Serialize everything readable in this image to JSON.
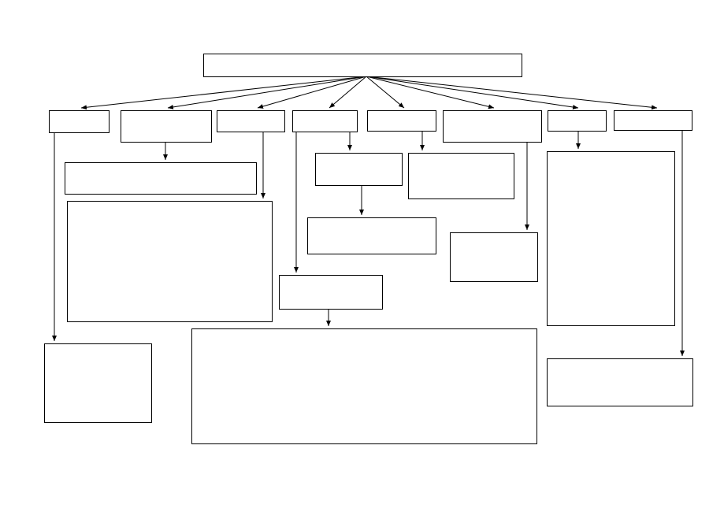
{
  "diagram": {
    "type": "flowchart",
    "colors": {
      "stroke": "#000000",
      "fill": "#ffffff",
      "background": "#ffffff"
    },
    "nodes": [
      {
        "id": "root",
        "label": ""
      },
      {
        "id": "c1",
        "label": ""
      },
      {
        "id": "c2",
        "label": ""
      },
      {
        "id": "c3",
        "label": ""
      },
      {
        "id": "c4",
        "label": ""
      },
      {
        "id": "c5",
        "label": ""
      },
      {
        "id": "c6",
        "label": ""
      },
      {
        "id": "c7",
        "label": ""
      },
      {
        "id": "c8",
        "label": ""
      },
      {
        "id": "c2a",
        "label": ""
      },
      {
        "id": "c3a",
        "label": ""
      },
      {
        "id": "c1a",
        "label": ""
      },
      {
        "id": "c4a",
        "label": ""
      },
      {
        "id": "c4b",
        "label": ""
      },
      {
        "id": "c5a",
        "label": ""
      },
      {
        "id": "c5b",
        "label": ""
      },
      {
        "id": "c6a",
        "label": ""
      },
      {
        "id": "c7a",
        "label": ""
      },
      {
        "id": "c8a",
        "label": ""
      },
      {
        "id": "c4c",
        "label": ""
      }
    ],
    "edges": [
      {
        "from": "root",
        "to": "c1"
      },
      {
        "from": "root",
        "to": "c2"
      },
      {
        "from": "root",
        "to": "c3"
      },
      {
        "from": "root",
        "to": "c4"
      },
      {
        "from": "root",
        "to": "c5"
      },
      {
        "from": "root",
        "to": "c6"
      },
      {
        "from": "root",
        "to": "c7"
      },
      {
        "from": "root",
        "to": "c8"
      },
      {
        "from": "c2",
        "to": "c2a"
      },
      {
        "from": "c3",
        "to": "c3a"
      },
      {
        "from": "c1",
        "to": "c1a"
      },
      {
        "from": "c4",
        "to": "c4a"
      },
      {
        "from": "c5",
        "to": "c5a"
      },
      {
        "from": "c5",
        "to": "c5b"
      },
      {
        "from": "c6",
        "to": "c6a"
      },
      {
        "from": "c7",
        "to": "c7a"
      },
      {
        "from": "c8",
        "to": "c8a"
      },
      {
        "from": "c4a",
        "to": "c4c"
      },
      {
        "from": "c4b",
        "to": "c4b"
      }
    ]
  }
}
